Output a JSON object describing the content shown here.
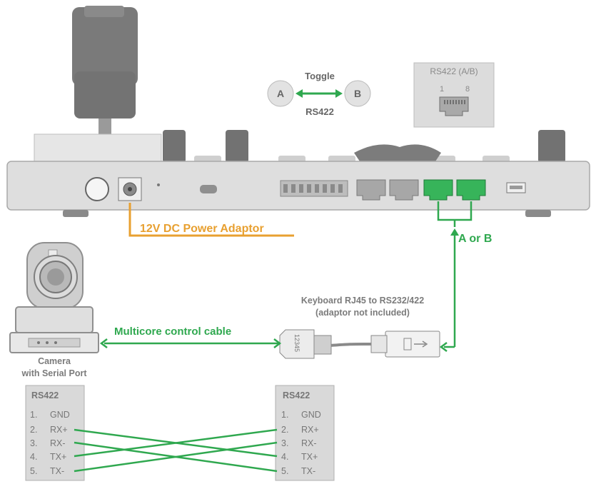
{
  "toggle": {
    "top": "Toggle",
    "bottom": "RS422",
    "a": "A",
    "b": "B"
  },
  "rs422_port_box": {
    "title": "RS422 (A/B)",
    "pin_first": "1",
    "pin_last": "8"
  },
  "power_label": "12V DC Power Adaptor",
  "ab_label": "A or B",
  "adaptor_label": {
    "line1": "Keyboard RJ45 to RS232/422",
    "line2": "(adaptor not included)"
  },
  "adaptor_pins": "12345",
  "cable_label": "Multicore control cable",
  "camera_label": {
    "line1": "Camera",
    "line2": "with Serial Port"
  },
  "left_table": {
    "title": "RS422",
    "rows": [
      {
        "num": "1.",
        "sig": "GND"
      },
      {
        "num": "2.",
        "sig": "RX+"
      },
      {
        "num": "3.",
        "sig": "RX-"
      },
      {
        "num": "4.",
        "sig": "TX+"
      },
      {
        "num": "5.",
        "sig": "TX-"
      }
    ]
  },
  "right_table": {
    "title": "RS422",
    "rows": [
      {
        "num": "1.",
        "sig": "GND"
      },
      {
        "num": "2.",
        "sig": "RX+"
      },
      {
        "num": "3.",
        "sig": "RX-"
      },
      {
        "num": "4.",
        "sig": "TX+"
      },
      {
        "num": "5.",
        "sig": "TX-"
      }
    ]
  },
  "colors": {
    "green": "#2fa84f",
    "orange": "#e8a030",
    "gray_device": "#d6d6d6",
    "dark_device": "#6e6e6e"
  }
}
